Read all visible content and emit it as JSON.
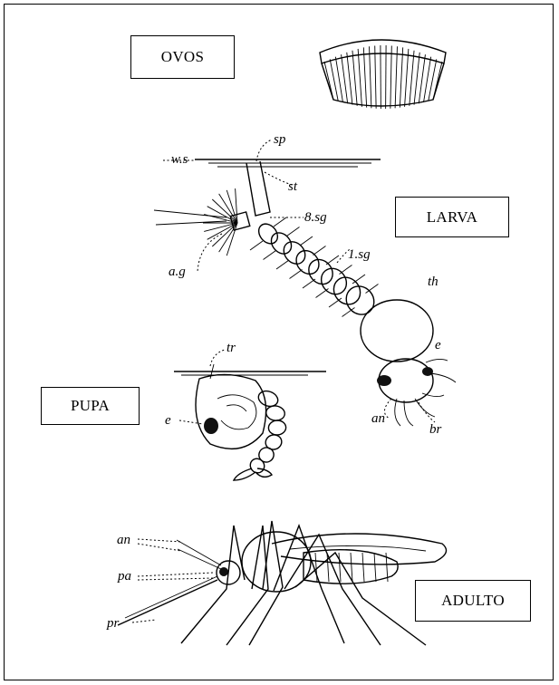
{
  "stages": {
    "ovos": "OVOS",
    "larva": "LARVA",
    "pupa": "PUPA",
    "adulto": "ADULTO"
  },
  "labels": {
    "ws": "w.s",
    "sp": "sp",
    "st": "st",
    "sg8": "8.sg",
    "sg1": "1.sg",
    "th": "th",
    "ag": "a.g",
    "e_larva": "e",
    "an_larva": "an",
    "br": "br",
    "tr": "tr",
    "e_pupa": "e",
    "an_adult": "an",
    "pa": "pa",
    "pr": "pr"
  }
}
